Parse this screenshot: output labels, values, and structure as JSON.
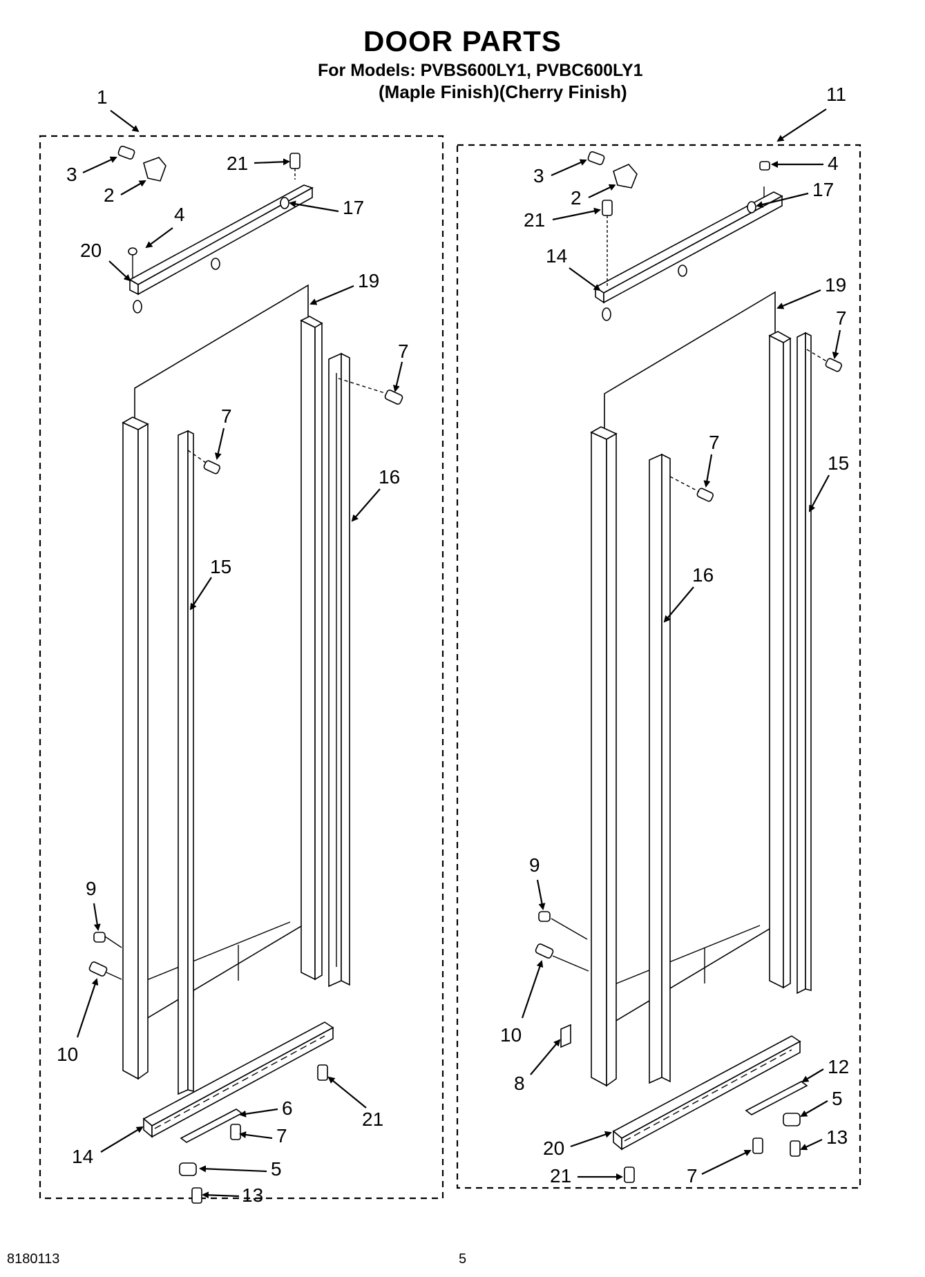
{
  "header": {
    "title": "DOOR PARTS",
    "models_line": "For Models: PVBS600LY1, PVBC600LY1",
    "finish_line": "(Maple Finish)(Cherry Finish)"
  },
  "footer": {
    "doc_number": "8180113",
    "page_number": "5"
  },
  "diagram": {
    "left_assembly": {
      "assembly_label": "1",
      "callouts": [
        "3",
        "2",
        "21",
        "4",
        "17",
        "20",
        "19",
        "7",
        "7",
        "16",
        "15",
        "9",
        "10",
        "6",
        "7",
        "5",
        "13",
        "14",
        "21"
      ]
    },
    "right_assembly": {
      "assembly_label": "11",
      "callouts": [
        "3",
        "2",
        "4",
        "21",
        "17",
        "14",
        "19",
        "7",
        "7",
        "15",
        "16",
        "9",
        "10",
        "8",
        "12",
        "5",
        "13",
        "20",
        "21",
        "7"
      ]
    }
  }
}
